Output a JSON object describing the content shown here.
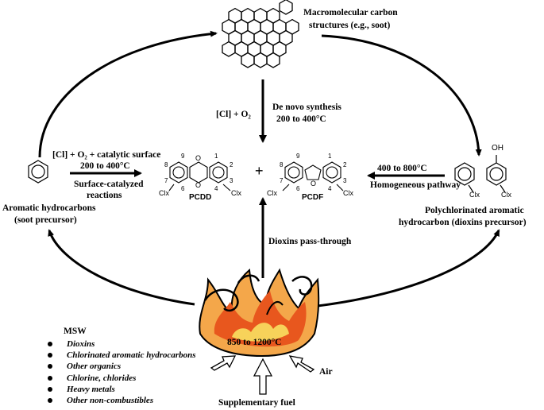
{
  "labels": {
    "macromolecular": "Macromolecular carbon",
    "macromolecular_sub": "structures (e.g., soot)",
    "cl_o2": "[Cl] + O₂",
    "de_novo": "De novo synthesis",
    "de_novo_temp": "200 to 400°C",
    "surface_top": "[Cl] + O₂ + catalytic surface",
    "surface_temp": "200 to 400°C",
    "surface_catalyzed_1": "Surface-catalyzed",
    "surface_catalyzed_2": "reactions",
    "aromatic_1": "Aromatic hydrocarbons",
    "aromatic_2": "(soot precursor)",
    "plus": "+",
    "pcdd": "PCDD",
    "pcdf": "PCDF",
    "hom_temp": "400 to 800°C",
    "hom_pathway": "Homogeneous pathway",
    "poly_1": "Polychlorinated aromatic",
    "poly_2": "hydrocarbon (dioxins precursor)",
    "oh": "OH",
    "pass_through": "Dioxins pass-through",
    "msw_title": "MSW",
    "combustion_temp": "850 to 1200°C",
    "air": "Air",
    "supplementary_fuel": "Supplementary fuel",
    "clx": "Clx",
    "ring_o": "O"
  },
  "ring_numbers": {
    "pcdd": [
      "9",
      "1",
      "8",
      "2",
      "7",
      "3",
      "6",
      "4"
    ],
    "pcdf": [
      "9",
      "1",
      "8",
      "2",
      "7",
      "3",
      "6",
      "4"
    ]
  },
  "msw_items": [
    "Dioxins",
    "Chlorinated aromatic hydrocarbons",
    "Other organics",
    "Chlorine, chlorides",
    "Heavy metals",
    "Other non-combustibles"
  ],
  "colors": {
    "flame_outer": "#f4a74a",
    "flame_inner": "#e8571e",
    "flame_core": "#f7d25a",
    "line": "#000000"
  }
}
